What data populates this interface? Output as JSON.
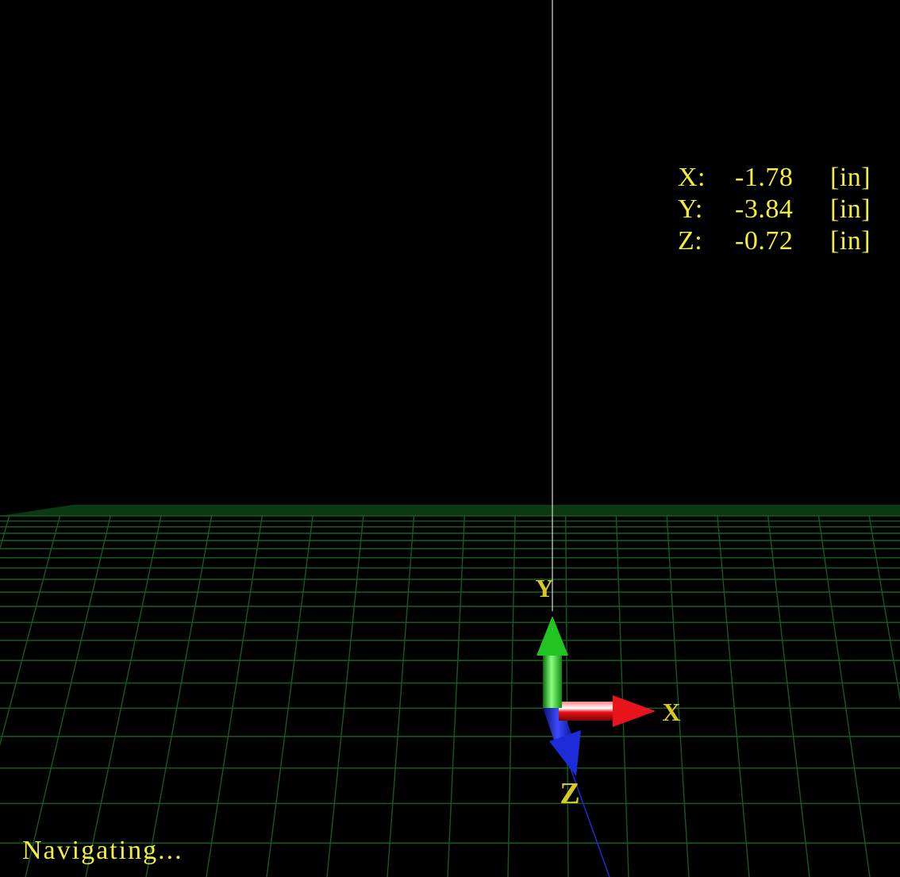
{
  "colors": {
    "background": "#000000",
    "grid": "#155a20",
    "text": "#f2ef3c",
    "x_axis": "#e8141b",
    "y_axis": "#22c51f",
    "z_axis": "#1d2bd8",
    "probe_line": "#d8d8d8",
    "axis_label": "#d9c91f"
  },
  "coordinates": [
    {
      "axis": "X:",
      "value": "-1.78",
      "unit": "[in]"
    },
    {
      "axis": "Y:",
      "value": "-3.84",
      "unit": "[in]"
    },
    {
      "axis": "Z:",
      "value": "-0.72",
      "unit": "[in]"
    }
  ],
  "status": "Navigating...",
  "triad": {
    "x_label": "X",
    "y_label": "Y",
    "z_label": "Z"
  },
  "icons": {
    "triad": "xyz-axis-triad-icon",
    "grid": "ground-grid"
  }
}
